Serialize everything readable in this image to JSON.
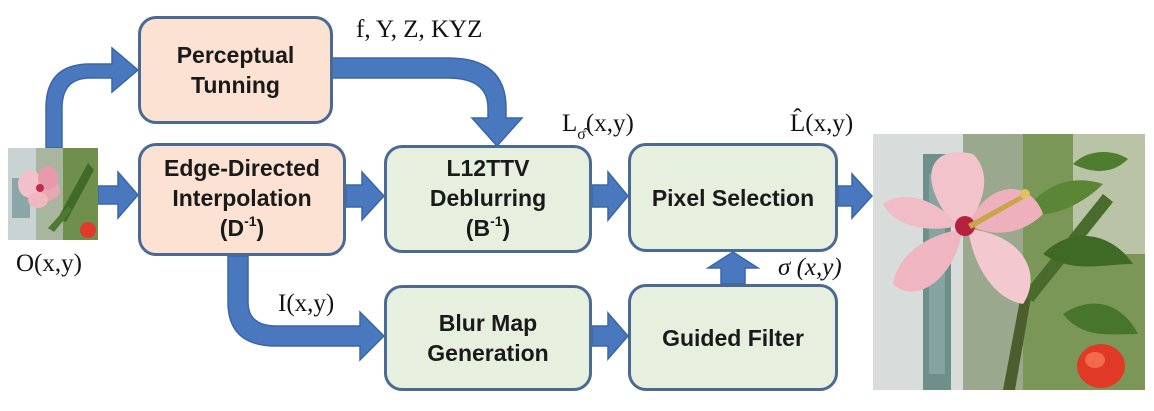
{
  "nodes": {
    "perceptual": {
      "line1": "Perceptual",
      "line2": "Tunning"
    },
    "edge": {
      "line1": "Edge-Directed",
      "line2": "Interpolation",
      "line3_base": "(D",
      "line3_sup": "-1",
      "line3_end": ")"
    },
    "l12ttv": {
      "line1": "L12TTV",
      "line2": "Deblurring",
      "line3_base": "(B",
      "line3_sup": "-1",
      "line3_end": ")"
    },
    "pixel": {
      "line1": "Pixel Selection"
    },
    "blurmap": {
      "line1": "Blur Map",
      "line2": "Generation"
    },
    "guided": {
      "line1": "Guided Filter"
    }
  },
  "labels": {
    "params": "f, Y, Z, KYZ",
    "input": "O(x,y)",
    "interp": "I(x,y)",
    "lsigma_main": "L",
    "lsigma_sub": "σ̂",
    "lsigma_end": "(x,y)",
    "lhat": "L̂(x,y)",
    "sigma": "σ (x,y)"
  },
  "colors": {
    "arrow": "#4a78bf",
    "arrow_edge": "#3a66a8",
    "box_border": "#4a6a94",
    "peach_fill": "#fbe2d3",
    "green_fill": "#e7efdf"
  }
}
